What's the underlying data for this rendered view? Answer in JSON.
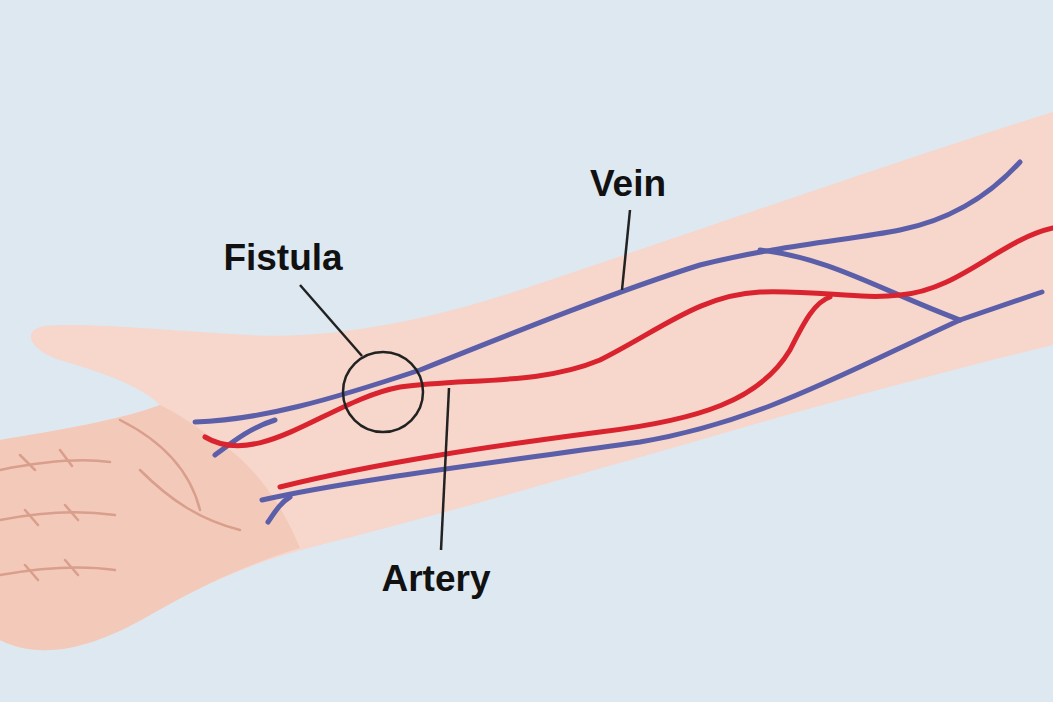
{
  "diagram": {
    "labels": [
      "Vein",
      "Fistula",
      "Artery"
    ]
  }
}
